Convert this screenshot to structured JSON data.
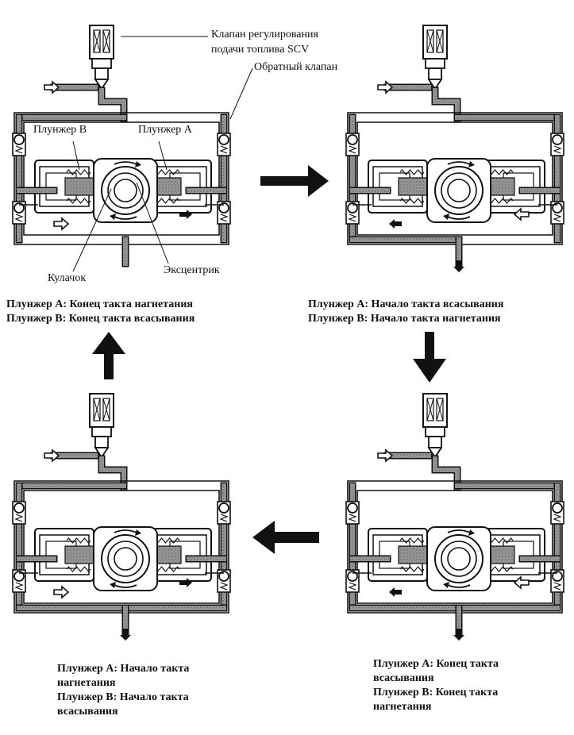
{
  "labels": {
    "scv_line1": "Клапан регулирования",
    "scv_line2": "подачи топлива SCV",
    "check_valve": "Обратный клапан",
    "plunger_b": "Плунжер B",
    "plunger_a": "Плунжер A",
    "cam": "Кулачок",
    "eccentric": "Эксцентрик"
  },
  "captions": {
    "tl": {
      "a": "Плунжер A: Конец такта нагнетания",
      "b": "Плунжер B: Конец такта всасывания"
    },
    "tr": {
      "a": "Плунжер A: Начало такта всасывания",
      "b": "Плунжер B: Начало такта нагнетания"
    },
    "br": {
      "a": "Плунжер A: Конец такта\nвсасывания",
      "b": "Плунжер B: Конец такта\nнагнетания"
    },
    "bl": {
      "a": "Плунжер A: Начало такта\nнагнетания",
      "b": "Плунжер B: Начало такта\nвсасывания"
    }
  },
  "colors": {
    "line": "#111111",
    "fuel": "#8a8a8a",
    "paper": "#ffffff"
  }
}
